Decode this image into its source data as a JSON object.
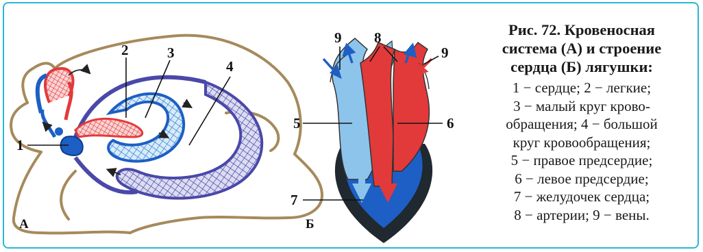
{
  "figure": {
    "caption_title_lines": [
      "Рис. 72. Кровеносная",
      "система (А) и строение",
      "сердца (Б) лягушки:"
    ],
    "caption_lines": [
      "1 − сердце; 2 − легкие;",
      "3 − малый круг крово-",
      "обращения; 4 − большой",
      "круг кровообращения;",
      "5 − правое предсердие;",
      "6 − левое предсердие;",
      "7 − желудочек сердца;",
      "8 − артерии; 9 − вены."
    ],
    "panel_a_label": "А",
    "panel_b_label": "Б",
    "callouts": {
      "n1": "1",
      "n2": "2",
      "n3": "3",
      "n4": "4",
      "n5": "5",
      "n6": "6",
      "n7": "7",
      "n8": "8",
      "n9_left": "9",
      "n9_right": "9"
    }
  },
  "colors": {
    "frame": "#29b6d8",
    "venous_blue": "#1d5fc4",
    "light_blue": "#8cc4ec",
    "arterial_red": "#e23a3a",
    "systemic_purple": "#4a48a8",
    "body_outline": "#a68a5c",
    "heart_outer": "#202830"
  }
}
